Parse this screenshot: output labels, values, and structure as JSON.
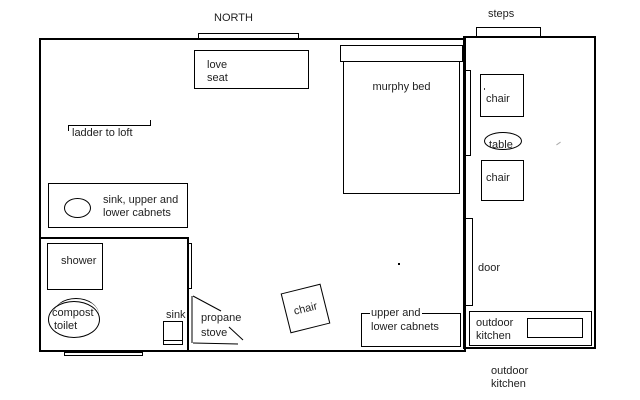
{
  "colors": {
    "line": "#000000",
    "text": "#1f1f1f",
    "background": "#ffffff"
  },
  "compass": {
    "north": "NORTH"
  },
  "exterior": {
    "steps": "steps",
    "outdoor_kitchen_caption": {
      "line1": "outdoor",
      "line2": "kitchen"
    }
  },
  "main_room": {
    "love_seat": {
      "line1": "love",
      "line2": "seat"
    },
    "murphy_bed": {
      "label": "murphy bed"
    },
    "ladder": {
      "label": "ladder to loft"
    },
    "chair": {
      "label": "chair"
    },
    "sink_cabinets": {
      "line1": "sink, upper and",
      "line2": "lower cabnets"
    },
    "south_cabinets": {
      "line1": "upper and",
      "line2": "lower cabnets"
    },
    "propane_stove": {
      "line1": "propane",
      "line2": "stove"
    },
    "kitchen_sink": {
      "label": "sink"
    }
  },
  "bathroom": {
    "shower": {
      "label": "shower"
    },
    "compost_toilet": {
      "line1": "compost",
      "line2": "toilet"
    }
  },
  "porch": {
    "chair_top": {
      "label": "chair"
    },
    "table": {
      "label": "table"
    },
    "chair_bottom": {
      "label": "chair"
    },
    "door": {
      "label": "door"
    },
    "outdoor_kitchen": {
      "line1": "outdoor",
      "line2": "kitchen"
    }
  }
}
